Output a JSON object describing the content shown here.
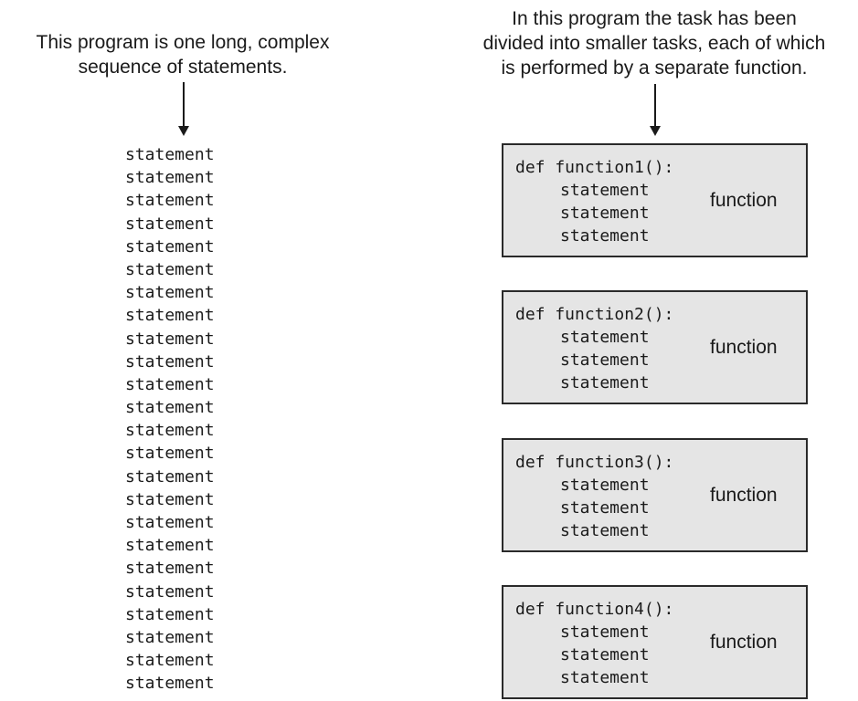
{
  "left_caption": [
    "This program is one long, complex",
    "sequence of statements."
  ],
  "right_caption": [
    "In this program the task has been",
    "divided into smaller tasks, each of which",
    "is performed by a separate function."
  ],
  "statements": [
    "statement",
    "statement",
    "statement",
    "statement",
    "statement",
    "statement",
    "statement",
    "statement",
    "statement",
    "statement",
    "statement",
    "statement",
    "statement",
    "statement",
    "statement",
    "statement",
    "statement",
    "statement",
    "statement",
    "statement",
    "statement",
    "statement",
    "statement",
    "statement"
  ],
  "functions": [
    {
      "def": "def function1():",
      "body": [
        "statement",
        "statement",
        "statement"
      ],
      "label": "function"
    },
    {
      "def": "def function2():",
      "body": [
        "statement",
        "statement",
        "statement"
      ],
      "label": "function"
    },
    {
      "def": "def function3():",
      "body": [
        "statement",
        "statement",
        "statement"
      ],
      "label": "function"
    },
    {
      "def": "def function4():",
      "body": [
        "statement",
        "statement",
        "statement"
      ],
      "label": "function"
    }
  ]
}
